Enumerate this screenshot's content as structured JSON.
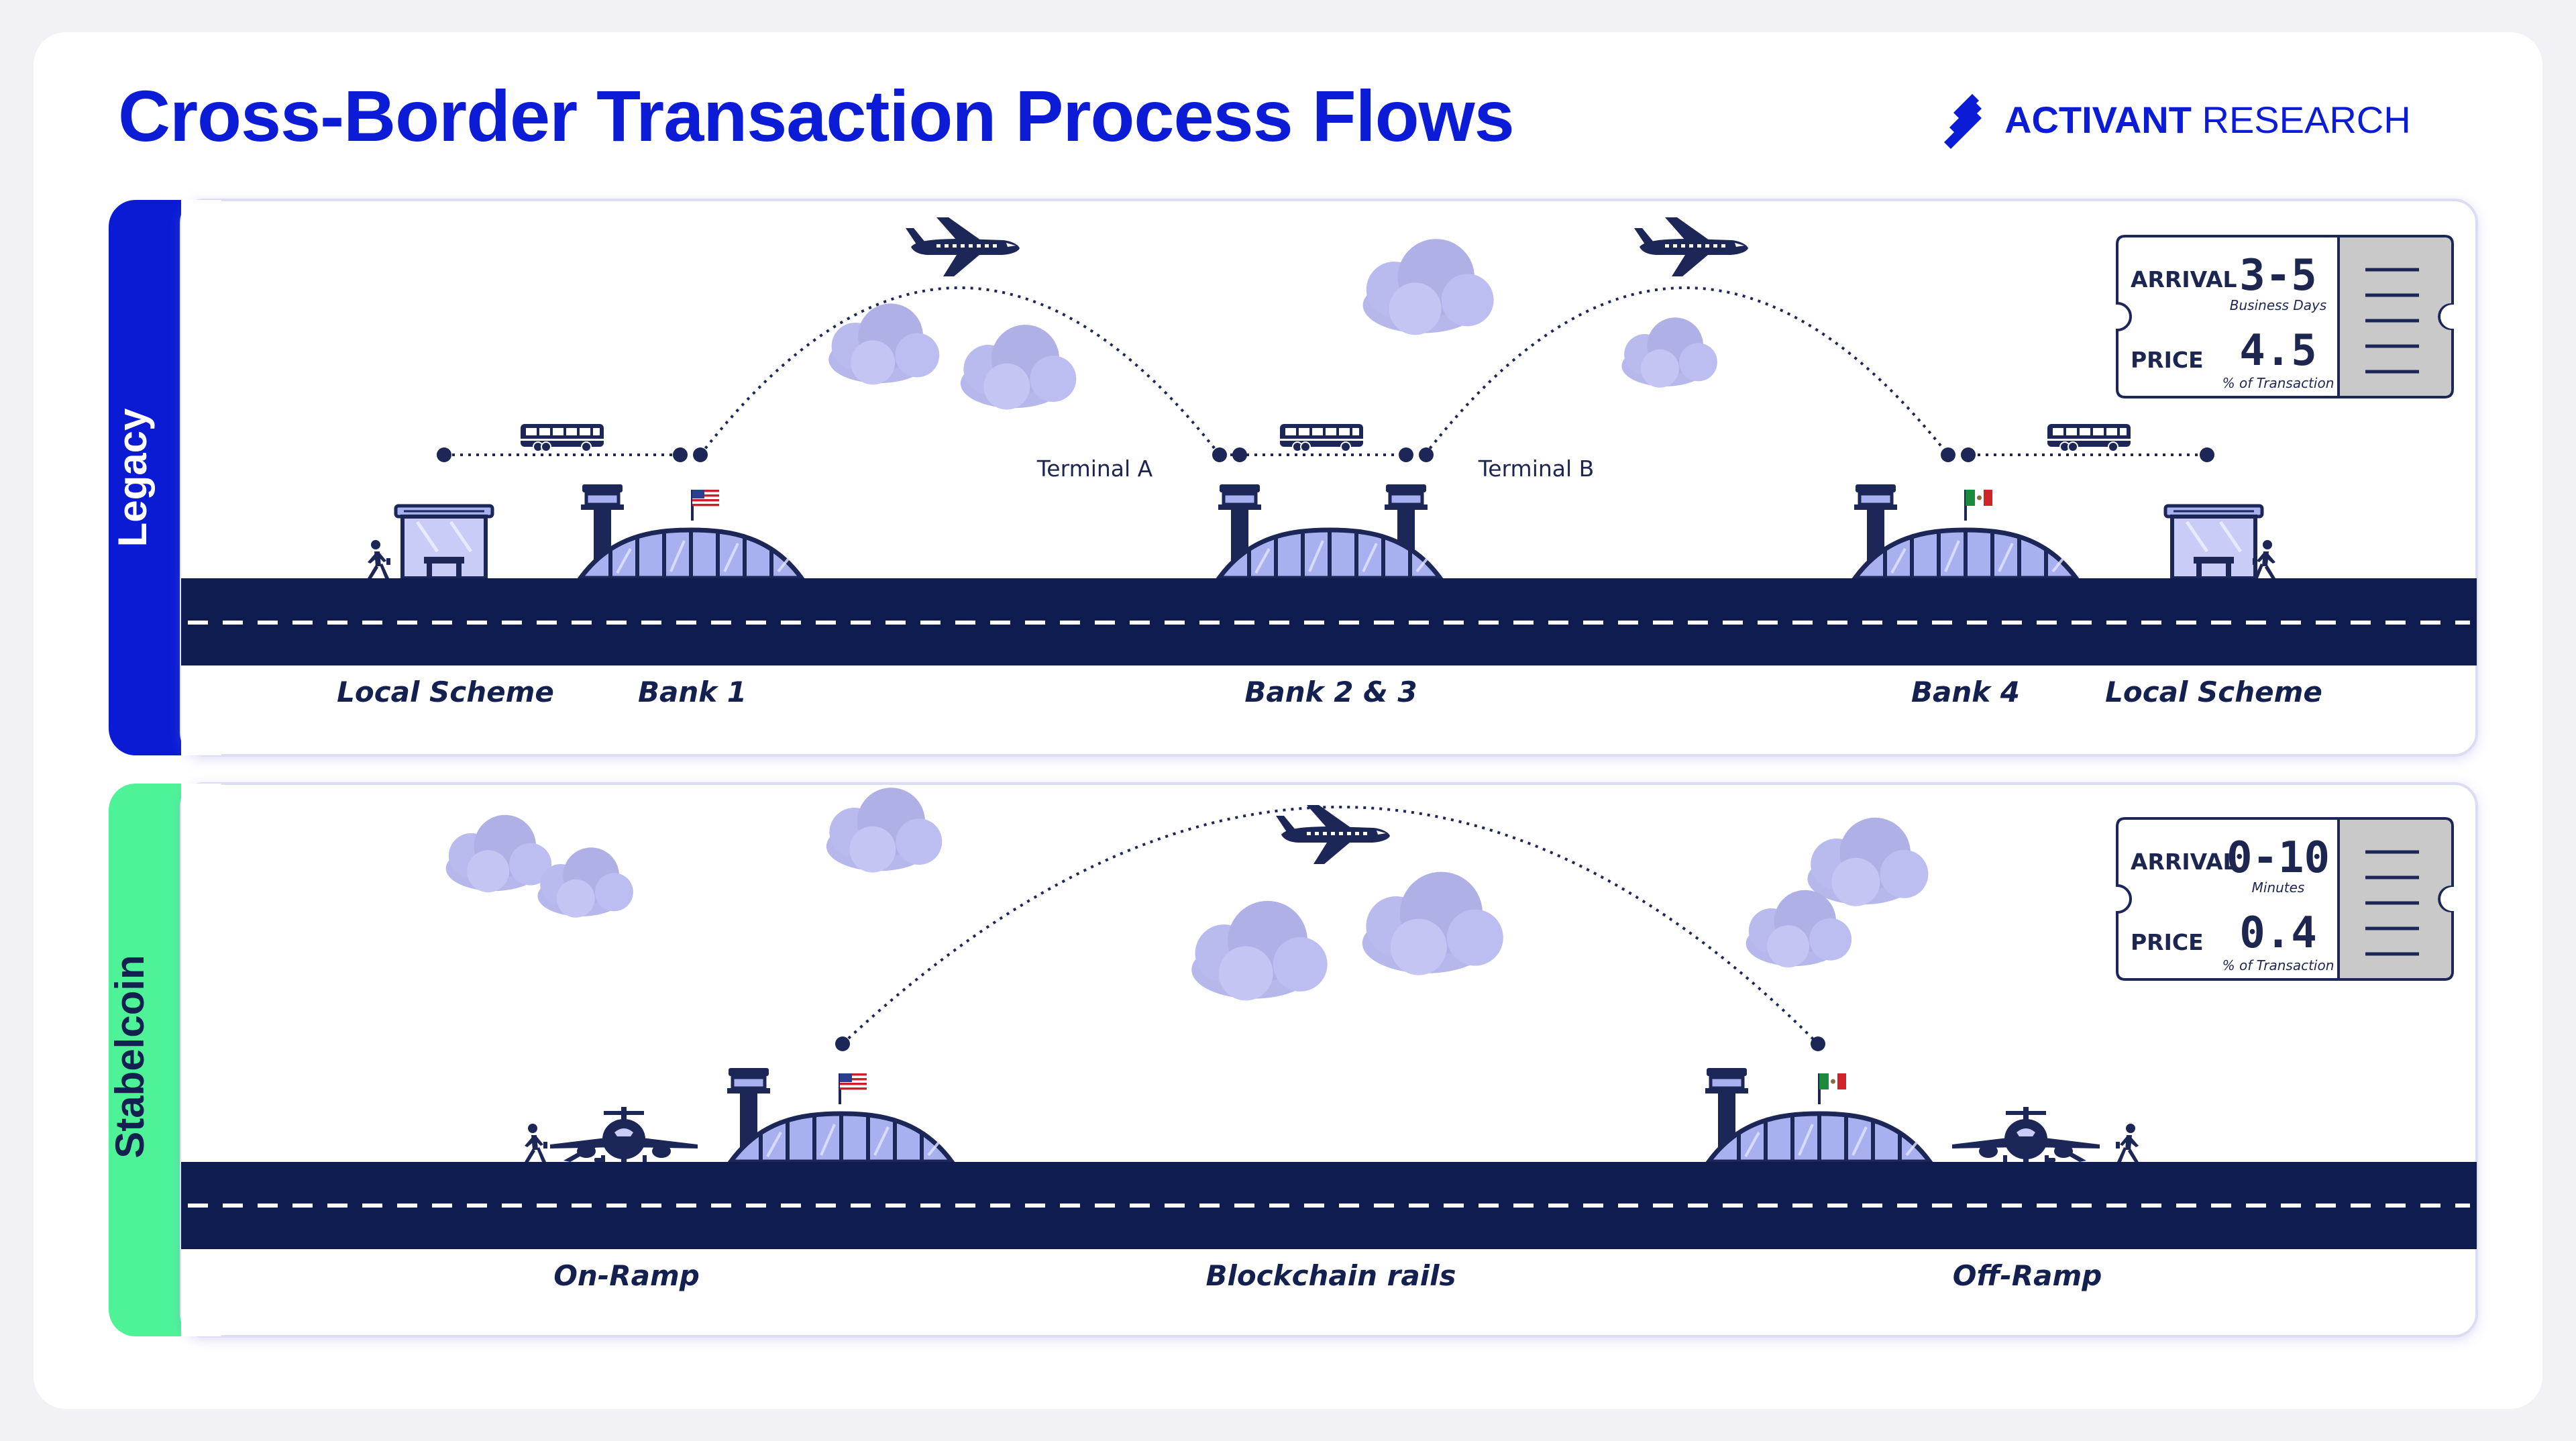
{
  "header": {
    "title": "Cross-Border Transaction Process Flows",
    "logo": {
      "brand": "ACTIVANT",
      "suffix": " RESEARCH",
      "icon": "activant-logo-icon"
    }
  },
  "colors": {
    "title_blue": "#0b1bd6",
    "legacy_tab": "#0a1bd3",
    "stablecoin_tab": "#4ef398",
    "road": "#0f1c4f",
    "cloud": "#b8b9ec",
    "terminal_fill": "#aab1f0",
    "ticket_stub": "#c9c9c9"
  },
  "legacy": {
    "tab_label": "Legacy",
    "labels": {
      "local_scheme_left": "Local Scheme",
      "bank1": "Bank 1",
      "bank23": "Bank 2 & 3",
      "bank4": "Bank 4",
      "local_scheme_right": "Local Scheme"
    },
    "terminals": {
      "a": "Terminal A",
      "b": "Terminal B"
    },
    "ticket": {
      "arrival_label": "ARRIVAL",
      "arrival_value": "3-5",
      "arrival_unit": "Business Days",
      "price_label": "PRICE",
      "price_value": "4.5",
      "price_unit": "% of Transaction"
    }
  },
  "stablecoin": {
    "tab_label": "Stabelcoin",
    "labels": {
      "on_ramp": "On-Ramp",
      "rails": "Blockchain rails",
      "off_ramp": "Off-Ramp"
    },
    "ticket": {
      "arrival_label": "ARRIVAL",
      "arrival_value": "0-10",
      "arrival_unit": "Minutes",
      "price_label": "PRICE",
      "price_value": "0.4",
      "price_unit": "% of Transaction"
    }
  },
  "icons": [
    "airplane-icon",
    "bus-icon",
    "cloud-icon",
    "airport-terminal-icon",
    "control-tower-icon",
    "us-flag-icon",
    "mexico-flag-icon",
    "bus-stop-icon",
    "pedestrian-icon",
    "parked-airplane-icon"
  ]
}
